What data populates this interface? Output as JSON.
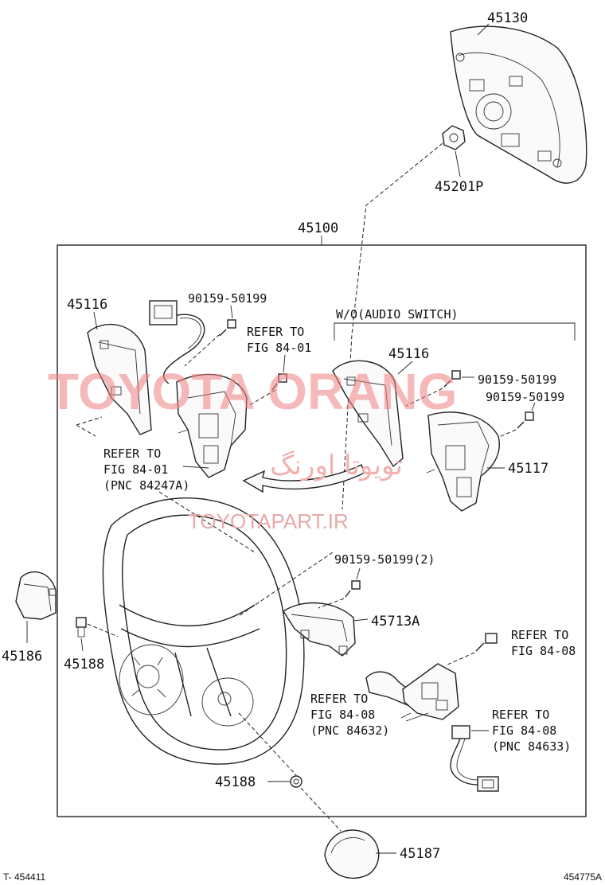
{
  "diagram": {
    "parts": {
      "p45130": "45130",
      "p45201P": "45201P",
      "p45100": "45100",
      "p45116_left": "45116",
      "p45116_right": "45116",
      "p90159_a": "90159-50199",
      "p90159_b": "90159-50199",
      "p90159_c": "90159-50199",
      "p90159_d": "90159-50199(2)",
      "p45117": "45117",
      "p45713A": "45713A",
      "p45186": "45186",
      "p45188_a": "45188",
      "p45188_b": "45188",
      "p45187": "45187"
    },
    "notes": {
      "wo_audio": "W/O(AUDIO SWITCH)",
      "refer1_l1": "REFER TO",
      "refer1_l2": "FIG 84-01",
      "refer2_l1": "REFER TO",
      "refer2_l2": "FIG 84-01",
      "refer2_l3": "(PNC 84247A)",
      "refer3_l1": "REFER TO",
      "refer3_l2": "FIG 84-08",
      "refer4_l1": "REFER TO",
      "refer4_l2": "FIG 84-08",
      "refer4_l3": "(PNC 84632)",
      "refer5_l1": "REFER TO",
      "refer5_l2": "FIG 84-08",
      "refer5_l3": "(PNC 84633)"
    },
    "watermarks": {
      "brand": "TOYOTA ORANG",
      "persian": "تویوتا اورنگ",
      "site": "TOYOTAPART.IR"
    },
    "footer": {
      "left_code": "T- 454411",
      "right_code": "454775A"
    }
  }
}
